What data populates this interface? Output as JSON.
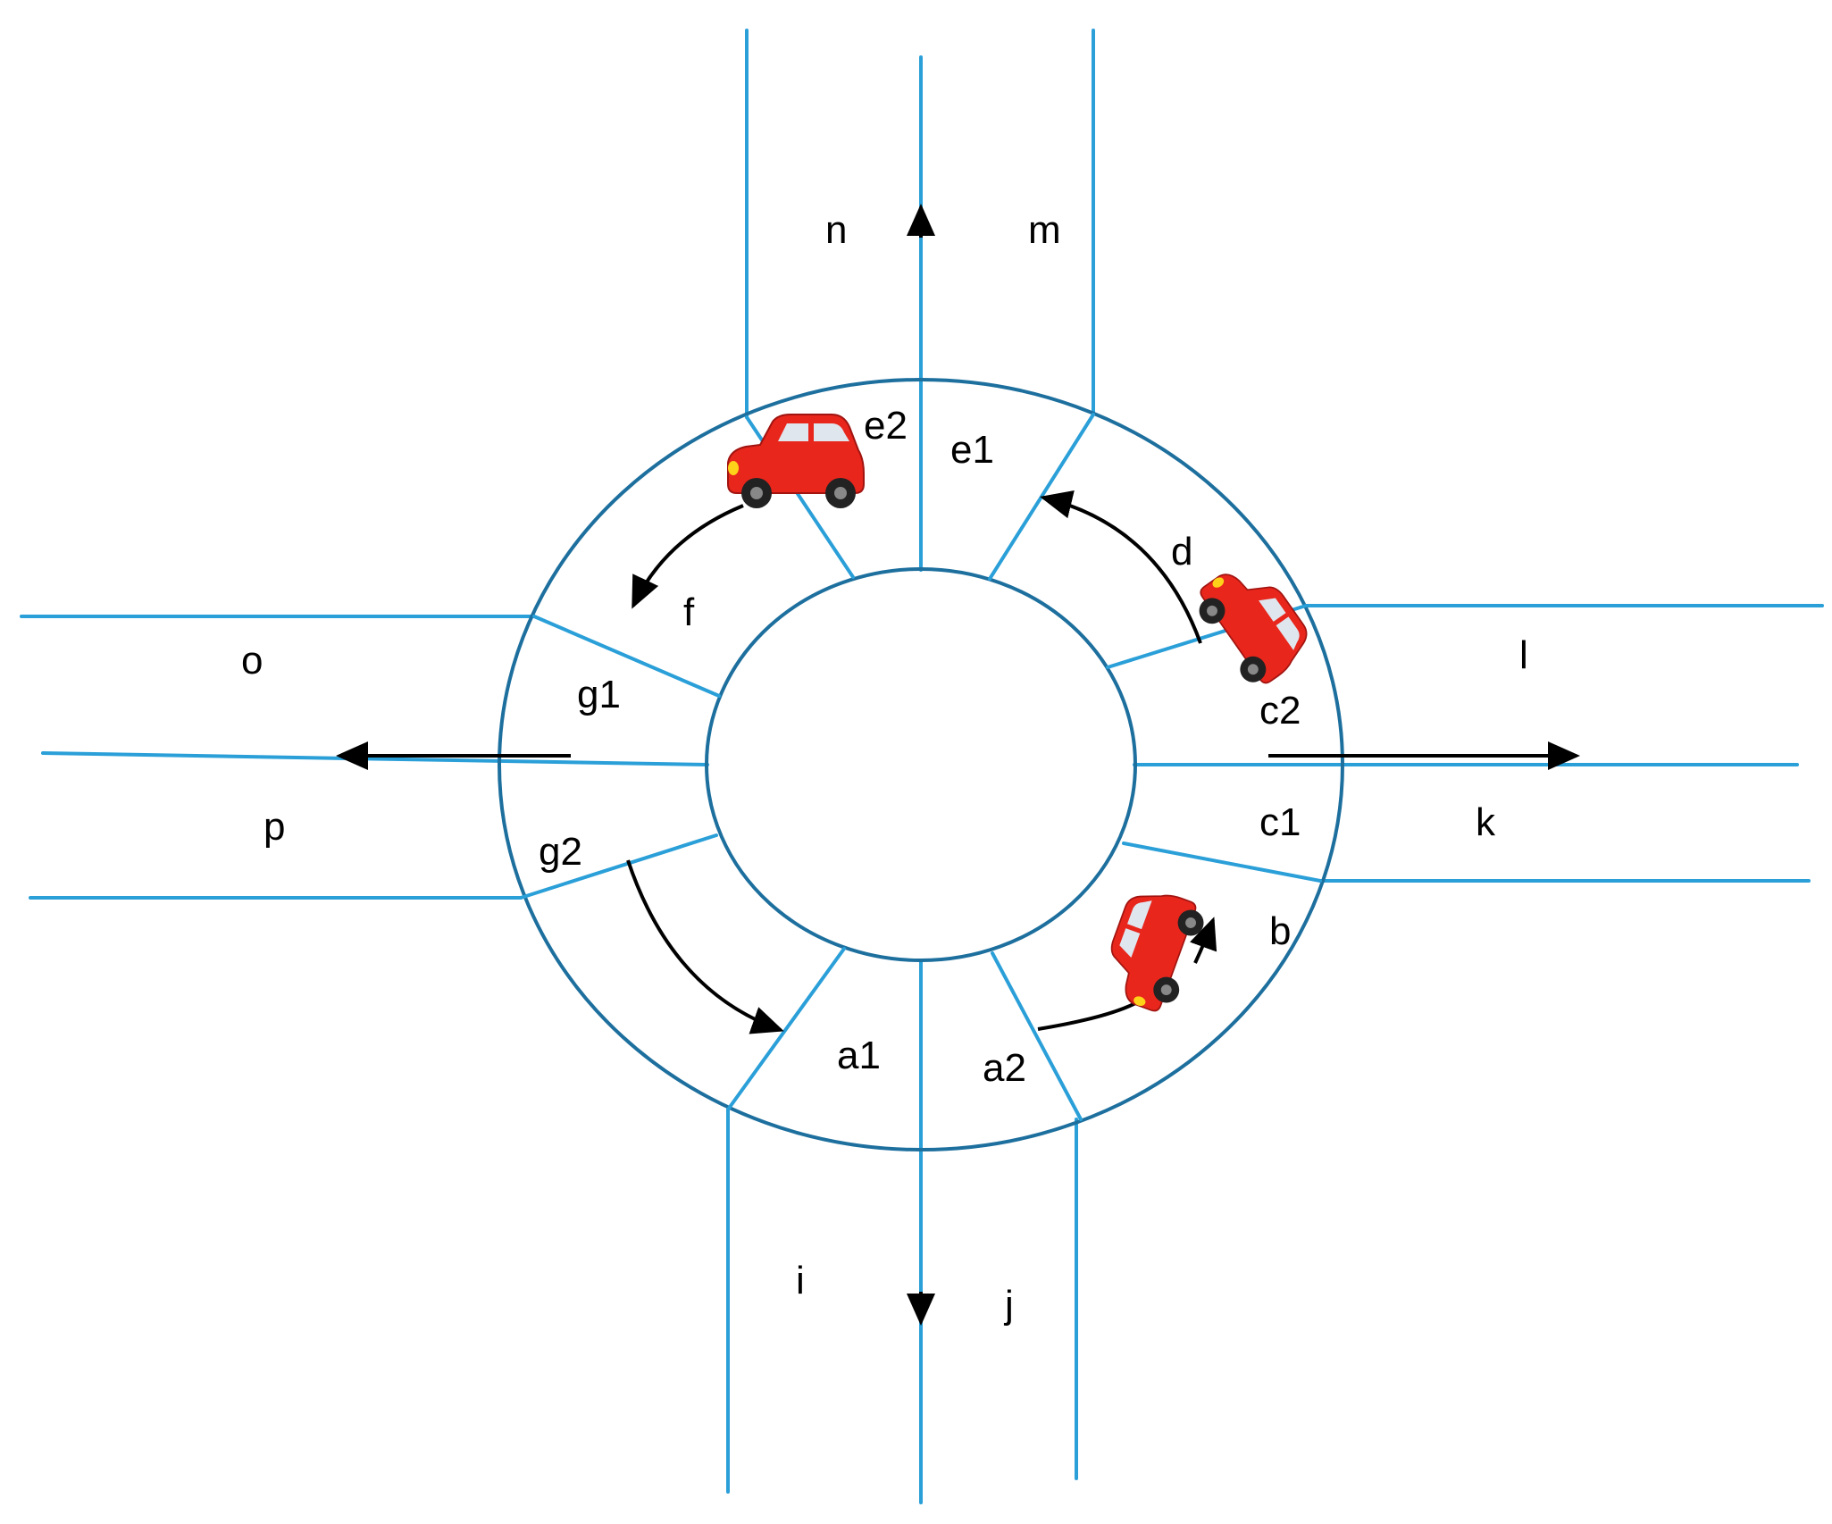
{
  "labels": {
    "n": "n",
    "m": "m",
    "e1": "e1",
    "e2": "e2",
    "d": "d",
    "f": "f",
    "o": "o",
    "p": "p",
    "g1": "g1",
    "g2": "g2",
    "l": "l",
    "k": "k",
    "c1": "c1",
    "c2": "c2",
    "b": "b",
    "a1": "a1",
    "a2": "a2",
    "i": "i",
    "j": "j"
  },
  "colors": {
    "road": "#2a9fd8",
    "ring": "#1d6f9e",
    "arrow": "#000000",
    "car": "#e8261c"
  },
  "icons": [
    "car-icon"
  ]
}
